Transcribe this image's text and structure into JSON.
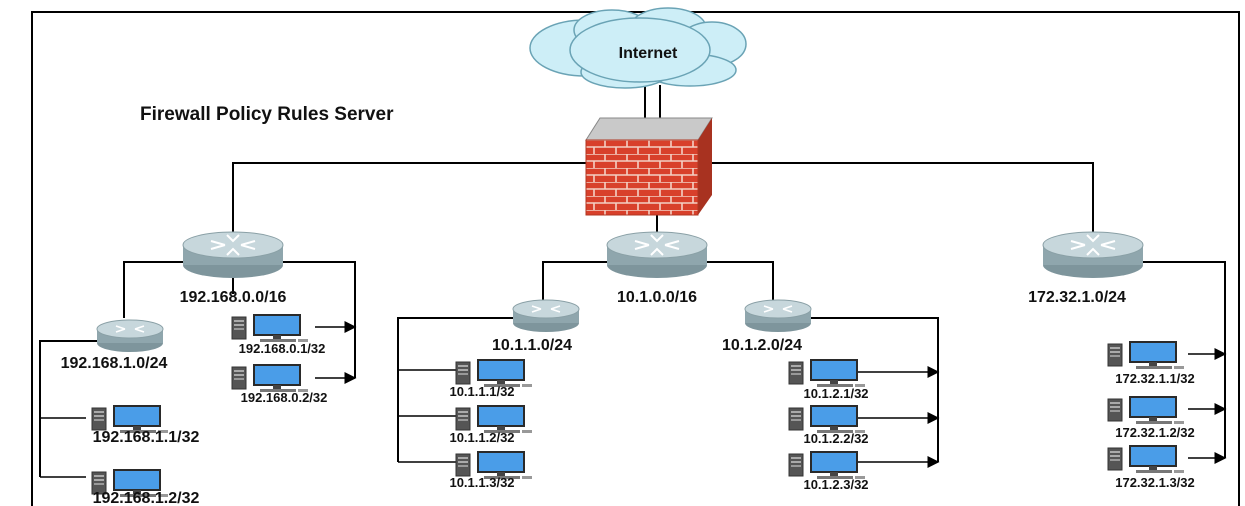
{
  "title": "Firewall Policy Rules Server",
  "internet": {
    "label": "Internet"
  },
  "colors": {
    "router_body": "#8fa6ad",
    "router_top": "#c7d7dc",
    "brick": "#d8402b",
    "cloud": "#cdeef7",
    "monitor": "#4a9de8"
  },
  "routers": {
    "r192": "192.168.0.0/16",
    "r192_1": "192.168.1.0/24",
    "r10": "10.1.0.0/16",
    "r10_1": "10.1.1.0/24",
    "r10_2": "10.1.2.0/24",
    "r172": "172.32.1.0/24"
  },
  "hosts": {
    "h192_0_1": "192.168.0.1/32",
    "h192_0_2": "192.168.0.2/32",
    "h192_1_1": "192.168.1.1/32",
    "h192_1_2": "192.168.1.2/32",
    "h10_1_1": "10.1.1.1/32",
    "h10_1_2": "10.1.1.2/32",
    "h10_1_3": "10.1.1.3/32",
    "h10_2_1": "10.1.2.1/32",
    "h10_2_2": "10.1.2.2/32",
    "h10_2_3": "10.1.2.3/32",
    "h172_1": "172.32.1.1/32",
    "h172_2": "172.32.1.2/32",
    "h172_3": "172.32.1.3/32"
  }
}
